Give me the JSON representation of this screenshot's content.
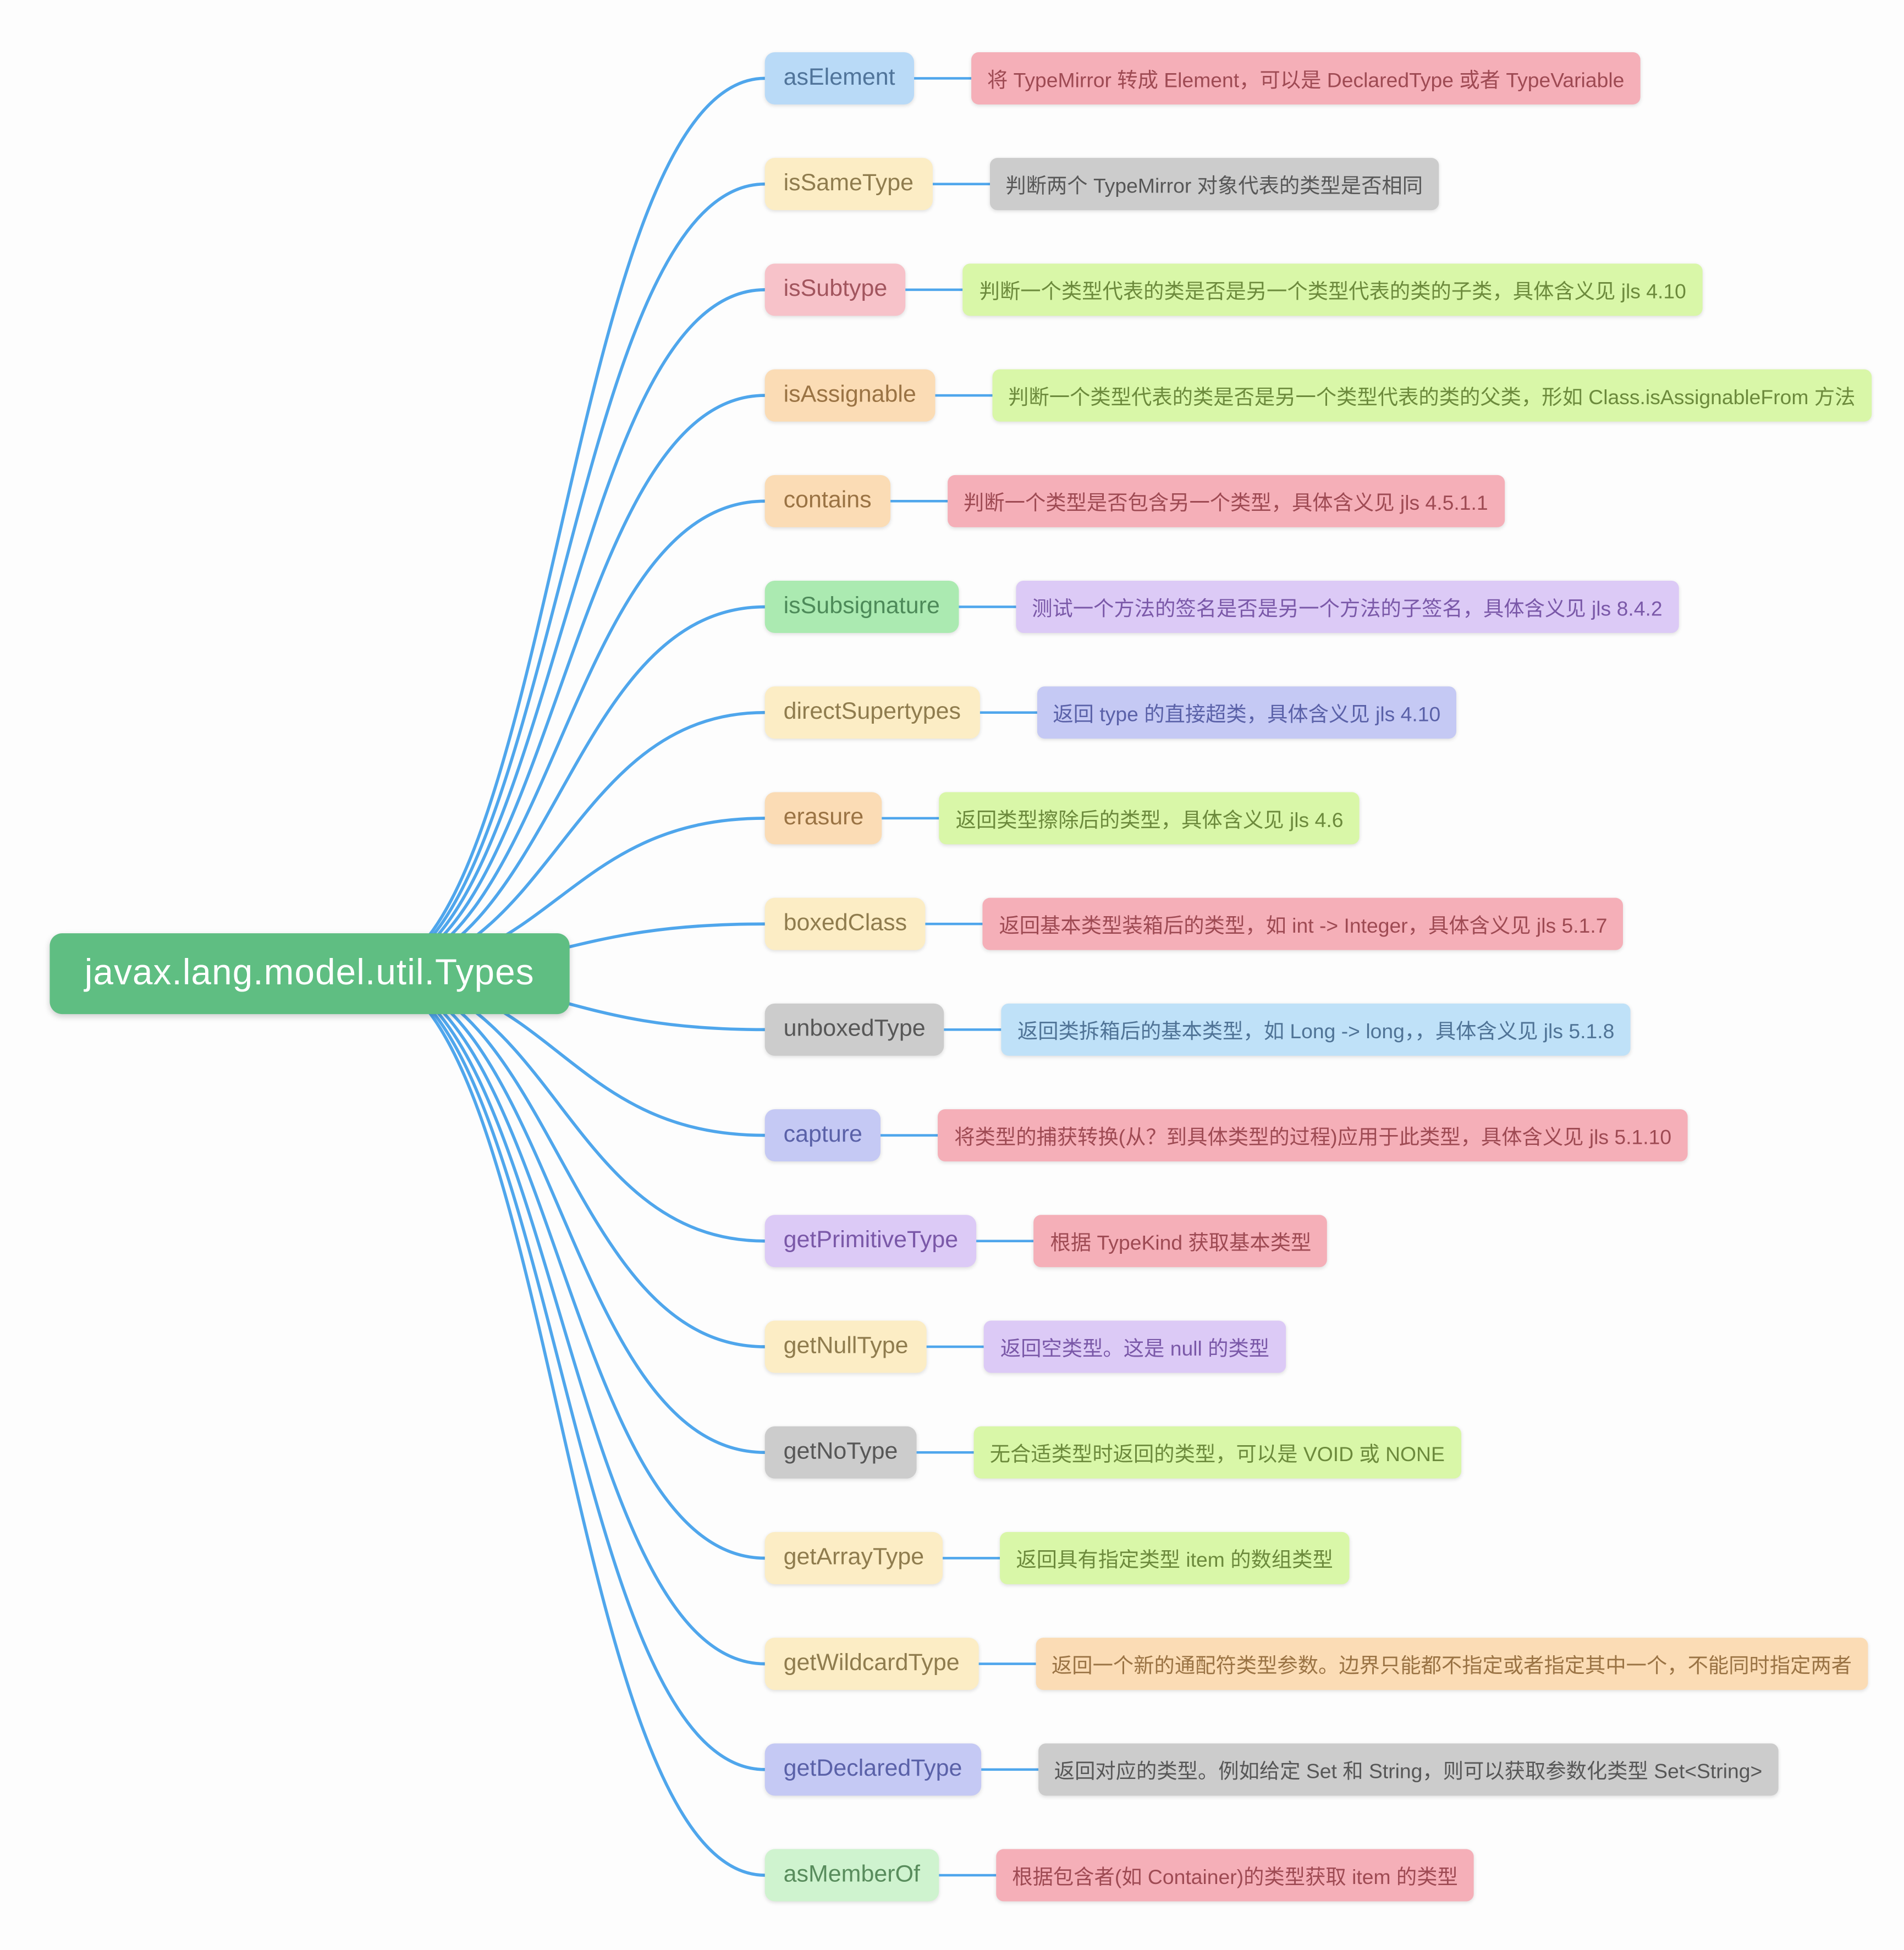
{
  "root": {
    "label": "javax.lang.model.util.Types",
    "bg": "#5FBE82",
    "fg": "#FFFFFF"
  },
  "connector_color": "#4FA6EC",
  "palette": {
    "blue": {
      "bg": "#B9DAF7",
      "fg": "#50749A"
    },
    "cream": {
      "bg": "#FCEDC5",
      "fg": "#8F7C4E"
    },
    "pink": {
      "bg": "#F7C2C9",
      "fg": "#A2555E"
    },
    "pinkdesc": {
      "bg": "#F5AFB8",
      "fg": "#9E4A53"
    },
    "peach": {
      "bg": "#FBDCB5",
      "fg": "#9A7344"
    },
    "mint": {
      "bg": "#ABEAB1",
      "fg": "#4D8A59"
    },
    "mintlight": {
      "bg": "#CFF3CF",
      "fg": "#588C5C"
    },
    "lime": {
      "bg": "#D9F7A8",
      "fg": "#6C8A3C"
    },
    "lavender": {
      "bg": "#DCCAF6",
      "fg": "#7A58A8"
    },
    "periwinkle": {
      "bg": "#C5C9F4",
      "fg": "#5A61A8"
    },
    "gray": {
      "bg": "#CCCCCC",
      "fg": "#575757"
    },
    "lightblue": {
      "bg": "#BFE1F8",
      "fg": "#4F7396"
    }
  },
  "methods": [
    {
      "name": "asElement",
      "color": "blue",
      "desc": "将 TypeMirror 转成 Element，可以是 DeclaredType 或者 TypeVariable",
      "desc_color": "pinkdesc"
    },
    {
      "name": "isSameType",
      "color": "cream",
      "desc": "判断两个 TypeMirror 对象代表的类型是否相同",
      "desc_color": "gray"
    },
    {
      "name": "isSubtype",
      "color": "pink",
      "desc": "判断一个类型代表的类是否是另一个类型代表的类的子类，具体含义见 jls 4.10",
      "desc_color": "lime"
    },
    {
      "name": "isAssignable",
      "color": "peach",
      "desc": "判断一个类型代表的类是否是另一个类型代表的类的父类，形如 Class.isAssignableFrom 方法",
      "desc_color": "lime"
    },
    {
      "name": "contains",
      "color": "peach",
      "desc": "判断一个类型是否包含另一个类型，具体含义见 jls 4.5.1.1",
      "desc_color": "pinkdesc"
    },
    {
      "name": "isSubsignature",
      "color": "mint",
      "desc": "测试一个方法的签名是否是另一个方法的子签名，具体含义见 jls 8.4.2",
      "desc_color": "lavender"
    },
    {
      "name": "directSupertypes",
      "color": "cream",
      "desc": "返回 type 的直接超类，具体含义见 jls 4.10",
      "desc_color": "periwinkle"
    },
    {
      "name": "erasure",
      "color": "peach",
      "desc": "返回类型擦除后的类型，具体含义见 jls 4.6",
      "desc_color": "lime"
    },
    {
      "name": "boxedClass",
      "color": "cream",
      "desc": "返回基本类型装箱后的类型，如 int -> Integer，具体含义见 jls 5.1.7",
      "desc_color": "pinkdesc"
    },
    {
      "name": "unboxedType",
      "color": "gray",
      "desc": "返回类拆箱后的基本类型，如 Long -> long，，具体含义见 jls 5.1.8",
      "desc_color": "lightblue"
    },
    {
      "name": "capture",
      "color": "periwinkle",
      "desc": "将类型的捕获转换(从？到具体类型的过程)应用于此类型，具体含义见 jls 5.1.10",
      "desc_color": "pinkdesc"
    },
    {
      "name": "getPrimitiveType",
      "color": "lavender",
      "desc": "根据 TypeKind 获取基本类型",
      "desc_color": "pinkdesc"
    },
    {
      "name": "getNullType",
      "color": "cream",
      "desc": "返回空类型。这是 null 的类型",
      "desc_color": "lavender"
    },
    {
      "name": "getNoType",
      "color": "gray",
      "desc": "无合适类型时返回的类型，可以是 VOID 或 NONE",
      "desc_color": "lime"
    },
    {
      "name": "getArrayType",
      "color": "cream",
      "desc": "返回具有指定类型 item 的数组类型",
      "desc_color": "lime"
    },
    {
      "name": "getWildcardType",
      "color": "cream",
      "desc": "返回一个新的通配符类型参数。边界只能都不指定或者指定其中一个，不能同时指定两者",
      "desc_color": "peach"
    },
    {
      "name": "getDeclaredType",
      "color": "periwinkle",
      "desc": "返回对应的类型。例如给定 Set 和 String，则可以获取参数化类型 Set<String>",
      "desc_color": "gray"
    },
    {
      "name": "asMemberOf",
      "color": "mintlight",
      "desc": "根据包含者(如 Container)的类型获取 item 的类型",
      "desc_color": "pinkdesc"
    }
  ]
}
